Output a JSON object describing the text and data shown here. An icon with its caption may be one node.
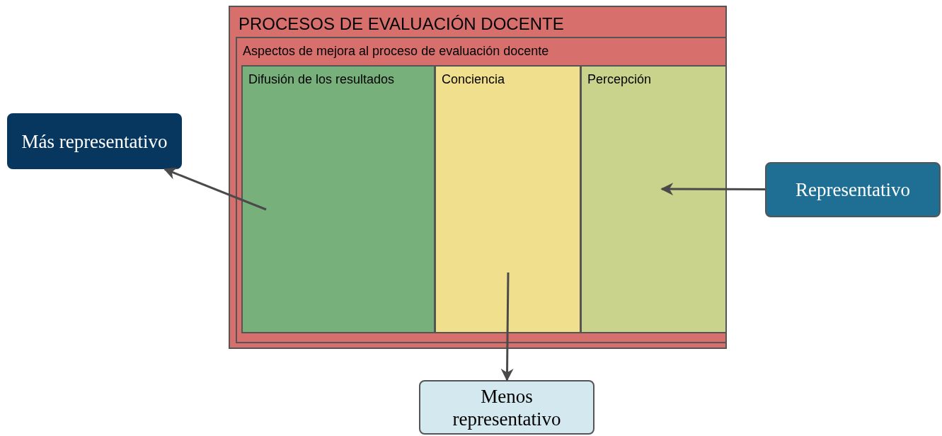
{
  "diagram": {
    "nodes": [
      {
        "text": [
          "PROCESOS DE EVALUACIÓN DOCENTE"
        ]
      },
      {
        "text": [
          "Aspectos de mejora al proceso de evaluación docente"
        ],
        "in": 0
      },
      {
        "text": [
          "Difusión de los resultados"
        ],
        "in": 1
      },
      {
        "text": [
          "Conciencia"
        ],
        "in": 1
      },
      {
        "text": [
          "Percepción"
        ],
        "in": 1
      },
      {
        "text": [
          "Más representativo"
        ]
      },
      {
        "text": [
          "Representativo"
        ]
      },
      {
        "text": [
          "Menos representativo"
        ]
      }
    ],
    "edges": [
      {
        "from": 2,
        "to": 5,
        "arrow": "to"
      },
      {
        "from": 6,
        "to": 4,
        "arrow": "to"
      },
      {
        "from": 3,
        "to": 7,
        "arrow": "to"
      }
    ]
  }
}
